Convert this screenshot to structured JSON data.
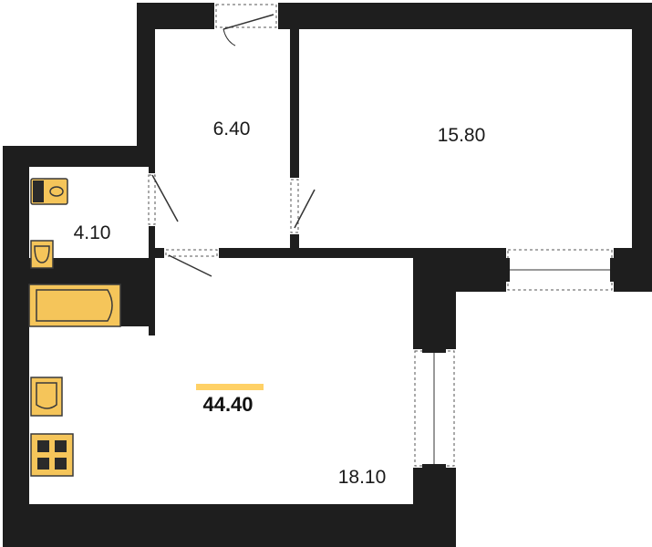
{
  "plan": {
    "total_area": "44.40",
    "rooms": [
      {
        "id": "hall",
        "area": "6.40"
      },
      {
        "id": "room",
        "area": "15.80"
      },
      {
        "id": "bathroom",
        "area": "4.10"
      },
      {
        "id": "kitchen-living",
        "area": "18.10"
      }
    ],
    "colors": {
      "wall": "#1e1e1e",
      "fixture": "#f5c55a",
      "fixture_stroke": "#3a3a3a",
      "accent_bar": "#ffd166",
      "floor": "#ffffff"
    },
    "fixtures": [
      "toilet-icon",
      "sink-icon",
      "bathtub-icon",
      "kitchen-sink-icon",
      "stove-icon"
    ]
  }
}
